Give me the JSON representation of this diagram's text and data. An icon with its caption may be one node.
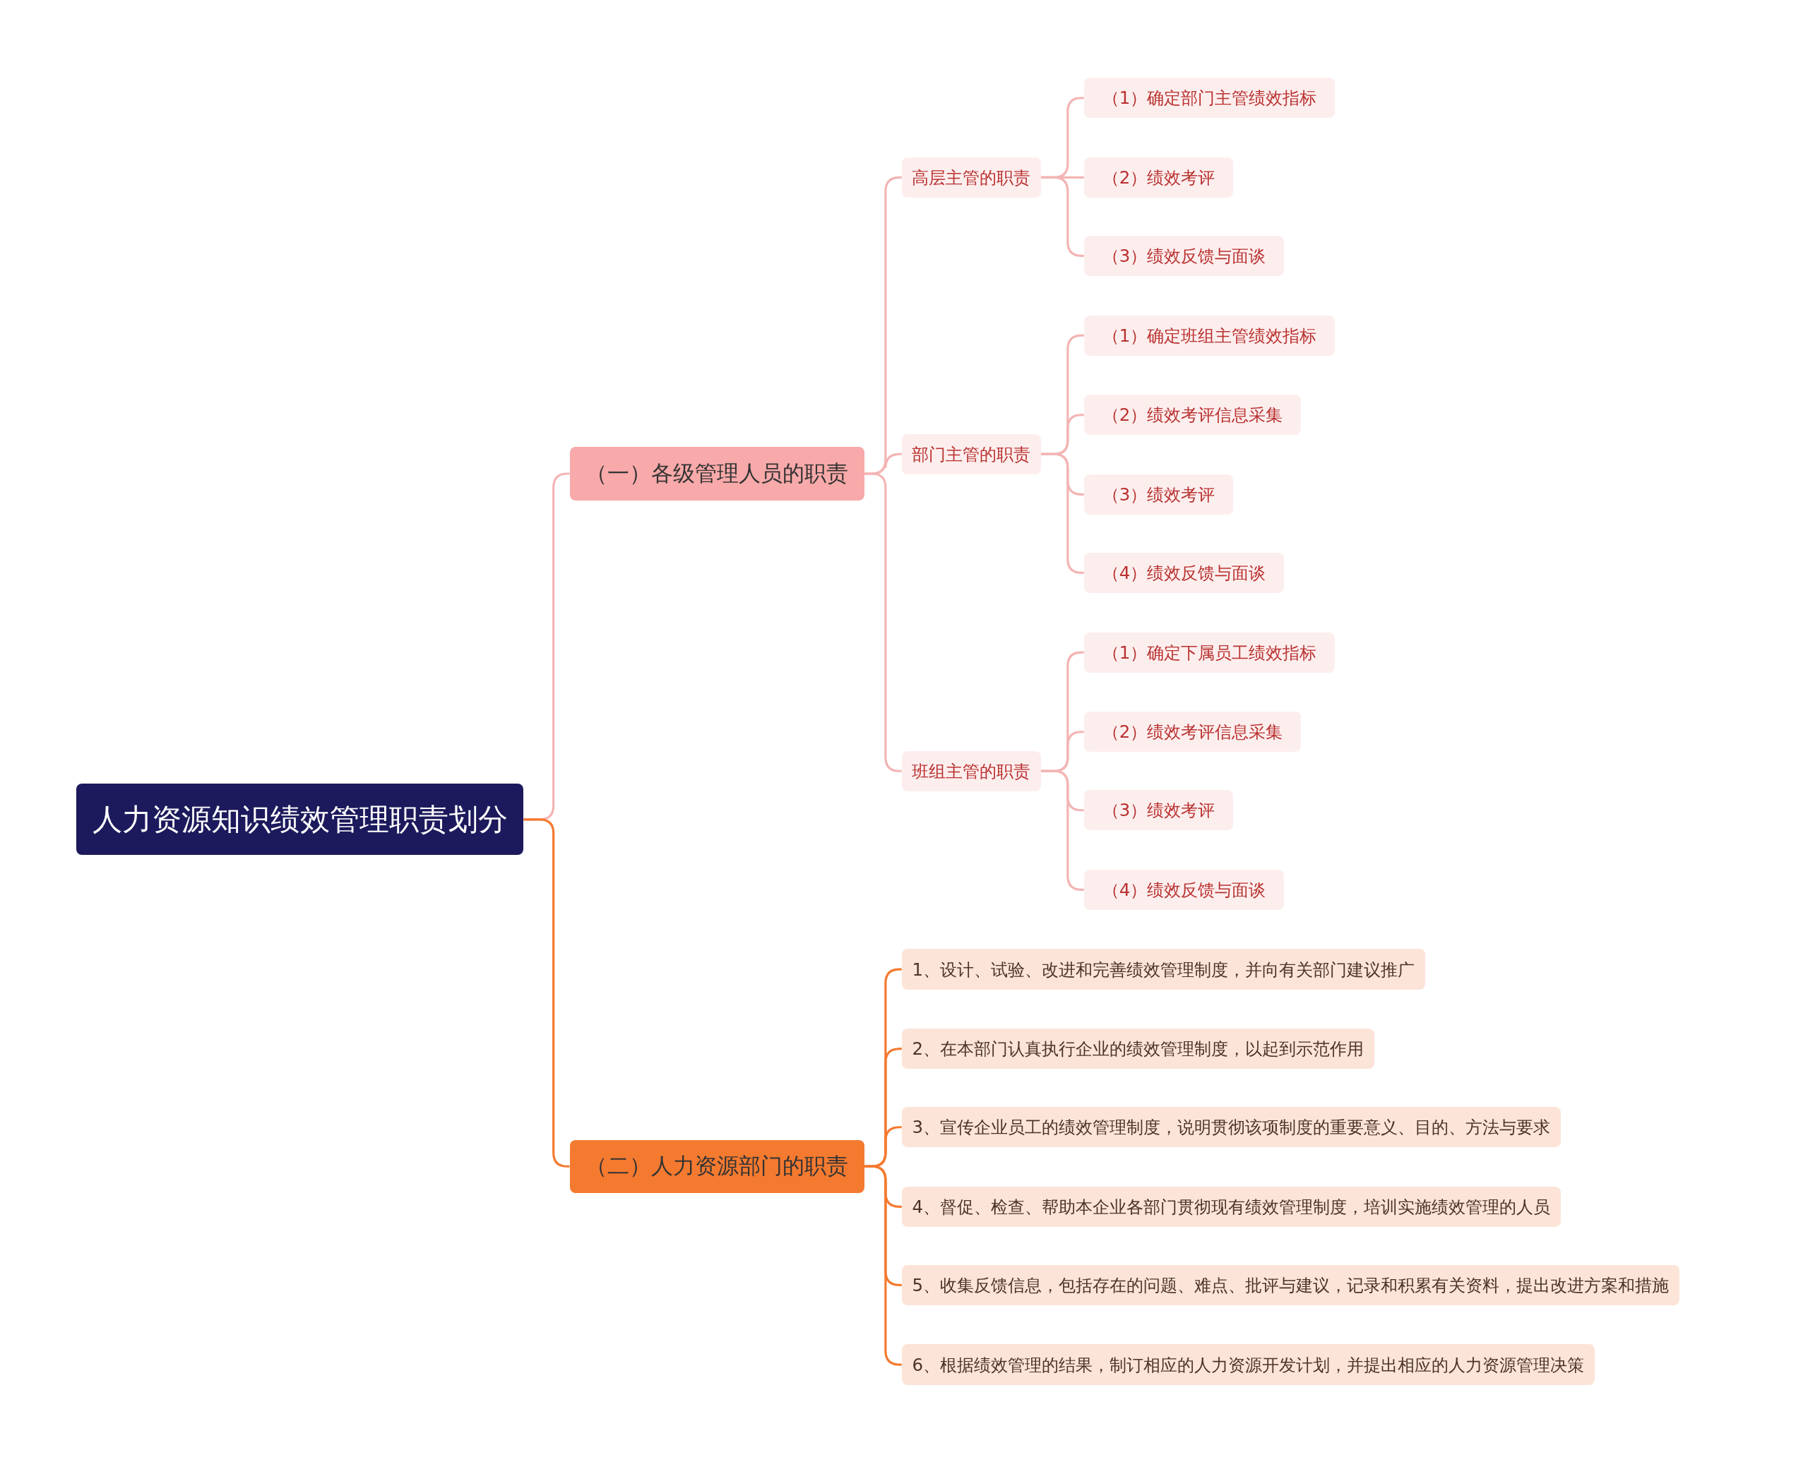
{
  "diagram": {
    "nodes": [
      {
        "text": [
          "人力资源知识绩效管理职责划分"
        ]
      },
      {
        "text": [
          "（一）各级管理人员的职责"
        ]
      },
      {
        "text": [
          "高层主管的职责"
        ]
      },
      {
        "text": [
          "（1）确定部门主管绩效指标"
        ]
      },
      {
        "text": [
          "（2）绩效考评"
        ]
      },
      {
        "text": [
          "（3）绩效反馈与面谈"
        ]
      },
      {
        "text": [
          "部门主管的职责"
        ]
      },
      {
        "text": [
          "（1）确定班组主管绩效指标"
        ]
      },
      {
        "text": [
          "（2）绩效考评信息采集"
        ]
      },
      {
        "text": [
          "（3）绩效考评"
        ]
      },
      {
        "text": [
          "（4）绩效反馈与面谈"
        ]
      },
      {
        "text": [
          "班组主管的职责"
        ]
      },
      {
        "text": [
          "（1）确定下属员工绩效指标"
        ]
      },
      {
        "text": [
          "（2）绩效考评信息采集"
        ]
      },
      {
        "text": [
          "（3）绩效考评"
        ]
      },
      {
        "text": [
          "（4）绩效反馈与面谈"
        ]
      },
      {
        "text": [
          "（二）人力资源部门的职责"
        ]
      },
      {
        "text": [
          "1、设计、试验、改进和完善绩效管理制度，并向有关部门建议推广"
        ]
      },
      {
        "text": [
          "2、在本部门认真执行企业的绩效管理制度，以起到示范作用"
        ]
      },
      {
        "text": [
          "3、宣传企业员工的绩效管理制度，说明贯彻该项制度的重要意义、目的、方法与要求"
        ]
      },
      {
        "text": [
          "4、督促、检查、帮助本企业各部门贯彻现有绩效管理制度，培训实施绩效管理的人员"
        ]
      },
      {
        "text": [
          "5、收集反馈信息，包括存在的问题、难点、批评与建议，记录和积累有关资料，提出改进方案和措施"
        ]
      },
      {
        "text": [
          "6、根据绩效管理的结果，制订相应的人力资源开发计划，并提出相应的人力资源管理决策"
        ]
      }
    ],
    "edges": [
      {
        "from": 0,
        "to": 1,
        "arrow": "none"
      },
      {
        "from": 0,
        "to": 16,
        "arrow": "none",
        "color": "#f47a30"
      },
      {
        "from": 1,
        "to": 2,
        "arrow": "none"
      },
      {
        "from": 1,
        "to": 6,
        "arrow": "none"
      },
      {
        "from": 1,
        "to": 11,
        "arrow": "none"
      },
      {
        "from": 2,
        "to": 3,
        "arrow": "none"
      },
      {
        "from": 2,
        "to": 4,
        "arrow": "none"
      },
      {
        "from": 2,
        "to": 5,
        "arrow": "none"
      },
      {
        "from": 6,
        "to": 7,
        "arrow": "none"
      },
      {
        "from": 6,
        "to": 8,
        "arrow": "none"
      },
      {
        "from": 6,
        "to": 9,
        "arrow": "none"
      },
      {
        "from": 6,
        "to": 10,
        "arrow": "none"
      },
      {
        "from": 11,
        "to": 12,
        "arrow": "none"
      },
      {
        "from": 11,
        "to": 13,
        "arrow": "none"
      },
      {
        "from": 11,
        "to": 14,
        "arrow": "none"
      },
      {
        "from": 11,
        "to": 15,
        "arrow": "none"
      },
      {
        "from": 16,
        "to": 17,
        "arrow": "none",
        "color": "#f47a30"
      },
      {
        "from": 16,
        "to": 18,
        "arrow": "none",
        "color": "#f47a30"
      },
      {
        "from": 16,
        "to": 19,
        "arrow": "none",
        "color": "#f47a30"
      },
      {
        "from": 16,
        "to": 20,
        "arrow": "none",
        "color": "#f47a30"
      },
      {
        "from": 16,
        "to": 21,
        "arrow": "none",
        "color": "#f47a30"
      },
      {
        "from": 16,
        "to": 22,
        "arrow": "none",
        "color": "#f47a30"
      }
    ]
  }
}
